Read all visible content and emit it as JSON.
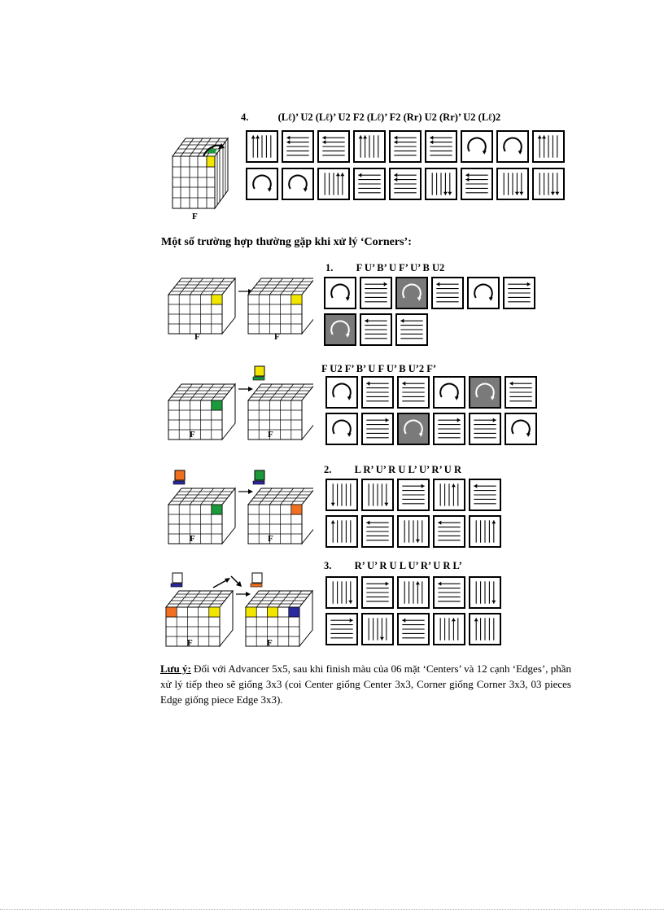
{
  "section4": {
    "number": "4.",
    "formula": "(Lℓ)’ U2 (Lℓ)’ U2 F2 (Lℓ)’ F2 (Rr) U2 (Rr)’ U2 (Lℓ)2",
    "row1": [
      "up2",
      "h3",
      "h3",
      "up2",
      "h3",
      "h3",
      "ccw",
      "ccw",
      "up2"
    ],
    "row2": [
      "ccw",
      "ccw",
      "up2r",
      "left",
      "h2",
      "down2",
      "h3",
      "down2",
      "down2"
    ],
    "cube_label": "F"
  },
  "corners_heading": "Một số trường hợp thường gặp khi xử lý ‘Corners’:",
  "case1": {
    "number": "1.",
    "formula": "F U’ B’ U F’ U’ B U2",
    "row1": [
      [
        "ccw",
        false
      ],
      [
        "right",
        false
      ],
      [
        "ccw",
        true
      ],
      [
        "left",
        false
      ],
      [
        "ccw",
        false
      ],
      [
        "right",
        false
      ]
    ],
    "row2": [
      [
        "ccw",
        true
      ],
      [
        "left",
        false
      ],
      [
        "left",
        false
      ]
    ],
    "before_label": "F",
    "after_label": "F"
  },
  "case2": {
    "formula": "F U2 F’ B’ U F U’ B U’2 F’",
    "row1": [
      [
        "ccw",
        false
      ],
      [
        "left",
        false
      ],
      [
        "left",
        false
      ],
      [
        "ccw",
        false
      ],
      [
        "ccw",
        true
      ],
      [
        "left",
        false
      ]
    ],
    "row2": [
      [
        "ccw",
        false
      ],
      [
        "right",
        false
      ],
      [
        "ccw",
        true
      ],
      [
        "right",
        false
      ],
      [
        "right",
        false
      ],
      [
        "ccw",
        false
      ]
    ],
    "before_label": "F",
    "after_label": "F"
  },
  "case3": {
    "number": "2.",
    "formula": "L R’ U’ R U L’ U’ R’ U R",
    "row1": [
      "down1",
      "down5",
      "right",
      "up4",
      "left"
    ],
    "row2": [
      "up1",
      "left",
      "down4",
      "left",
      "up5"
    ],
    "before_label": "F",
    "after_label": "F"
  },
  "case4": {
    "number": "3.",
    "formula": "R’ U’ R U L U’ R’ U R L’",
    "row1": [
      "down5",
      "right",
      "up4",
      "left",
      "down5"
    ],
    "row2": [
      "right",
      "down4",
      "left",
      "up4",
      "up1"
    ],
    "before_label": "F",
    "after_label": "F"
  },
  "note": {
    "label": "Lưu ý:",
    "text": " Đối với Advancer 5x5, sau khi finish màu của 06 mặt ‘Centers’ và 12 cạnh ‘Edges’, phần xử lý tiếp theo sẽ giống 3x3 (coi Center giống Center 3x3, Corner giống Corner 3x3, 03 pieces Edge giống piece Edge 3x3)."
  },
  "colors": {
    "yellow": "#f2e600",
    "green": "#1a9a3a",
    "orange": "#f07020",
    "blue": "#2a2aa0",
    "gray": "#7a7a7a"
  }
}
